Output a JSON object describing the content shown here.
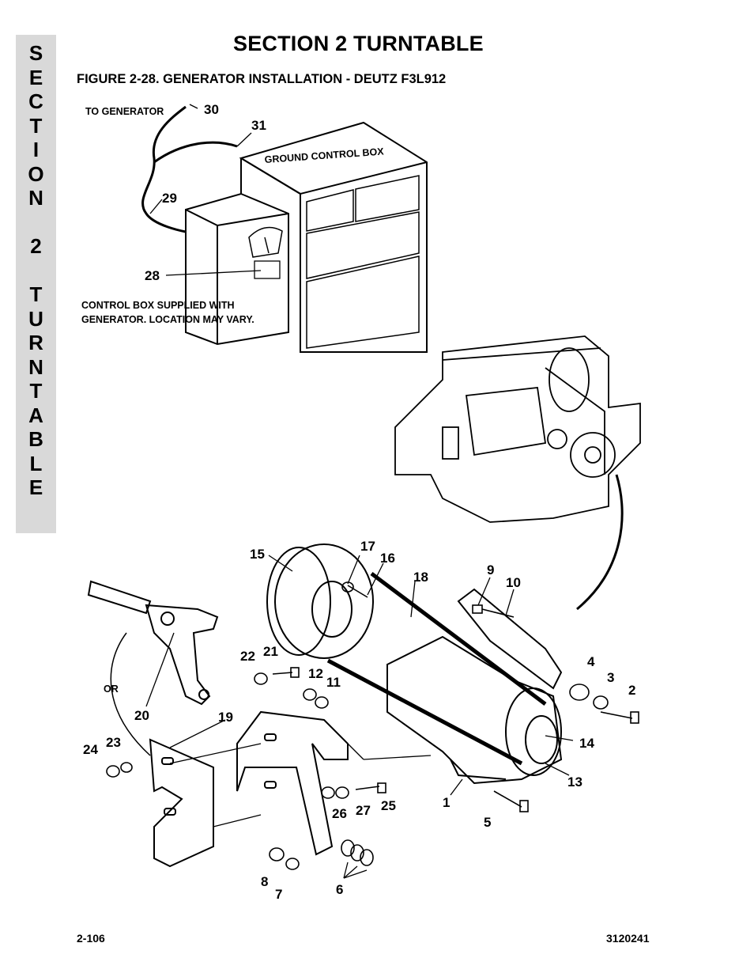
{
  "section_tab": [
    "S",
    "E",
    "C",
    "T",
    "I",
    "O",
    "N",
    "",
    "2",
    "",
    "T",
    "U",
    "R",
    "N",
    "T",
    "A",
    "B",
    "L",
    "E"
  ],
  "header": {
    "title": "SECTION 2  TURNTABLE"
  },
  "figure": {
    "title": "FIGURE 2-28.  GENERATOR INSTALLATION - DEUTZ F3L912",
    "notes": {
      "to_generator": "TO GENERATOR",
      "ground_control_box": "GROUND CONTROL BOX",
      "control_box_line1": "CONTROL BOX SUPPLIED WITH",
      "control_box_line2": "GENERATOR. LOCATION MAY VARY.",
      "or": "OR"
    },
    "callouts": [
      "1",
      "2",
      "3",
      "4",
      "5",
      "6",
      "7",
      "8",
      "9",
      "10",
      "11",
      "12",
      "13",
      "14",
      "15",
      "16",
      "17",
      "18",
      "19",
      "20",
      "21",
      "22",
      "23",
      "24",
      "25",
      "26",
      "27",
      "28",
      "29",
      "30",
      "31"
    ]
  },
  "footer": {
    "page": "2-106",
    "doc_number": "3120241"
  }
}
